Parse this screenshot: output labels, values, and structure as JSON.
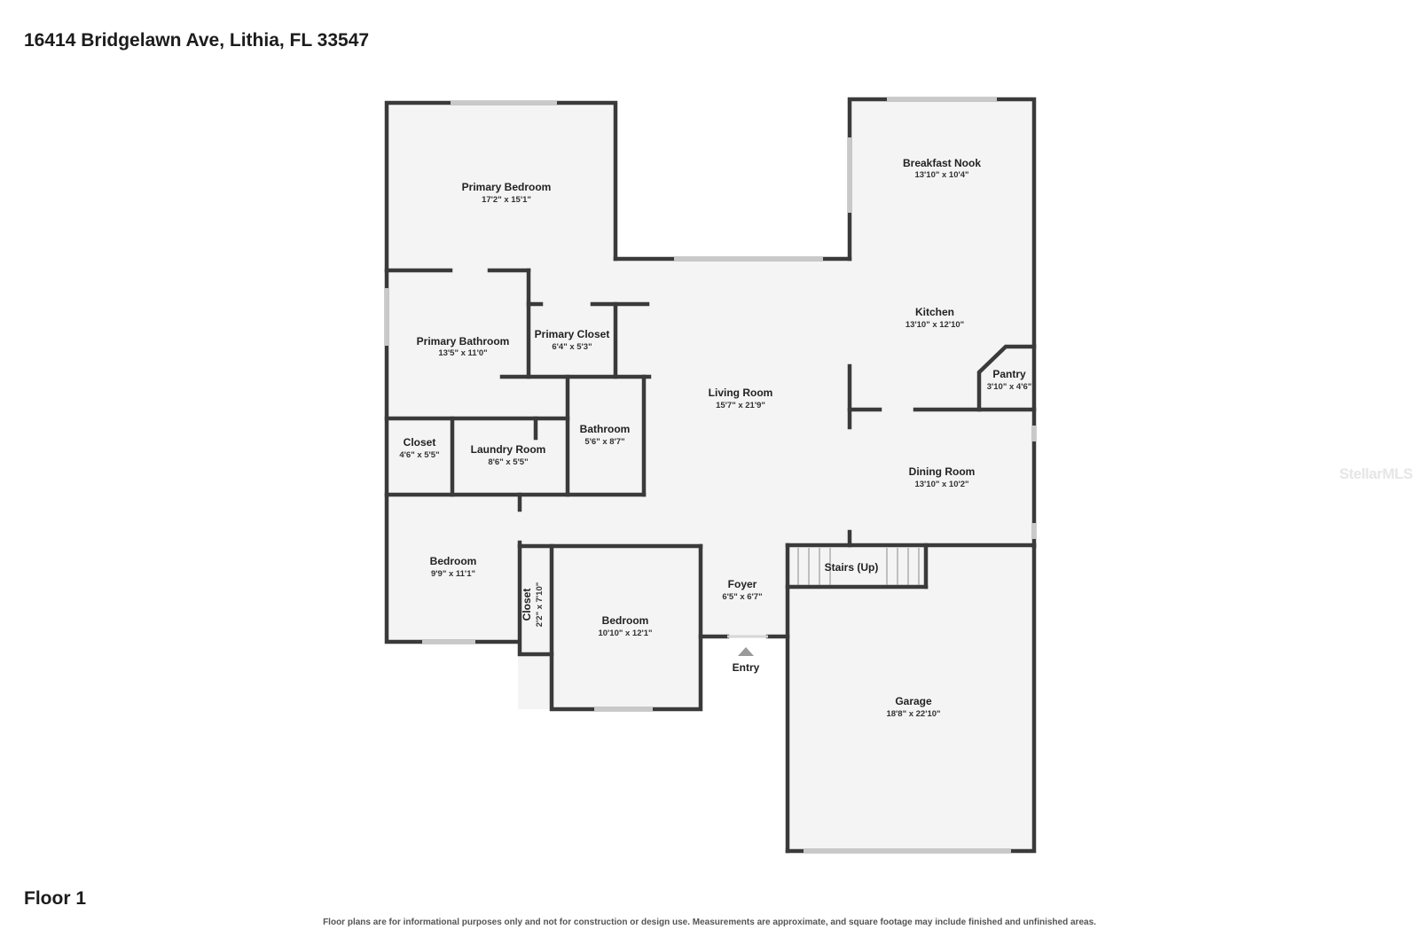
{
  "header": {
    "address": "16414 Bridgelawn Ave, Lithia, FL 33547"
  },
  "footer": {
    "floor": "Floor 1",
    "disclaimer": "Floor plans are for informational purposes only and not for construction or design use. Measurements are approximate, and square footage may include finished and unfinished areas."
  },
  "watermark": "StellarMLS",
  "rooms": {
    "primary_bedroom": {
      "name": "Primary Bedroom",
      "dim": "17'2\" x 15'1\""
    },
    "primary_bathroom": {
      "name": "Primary Bathroom",
      "dim": "13'5\" x 11'0\""
    },
    "primary_closet": {
      "name": "Primary Closet",
      "dim": "6'4\" x 5'3\""
    },
    "closet_1": {
      "name": "Closet",
      "dim": "4'6\" x 5'5\""
    },
    "laundry": {
      "name": "Laundry Room",
      "dim": "8'6\" x 5'5\""
    },
    "bathroom": {
      "name": "Bathroom",
      "dim": "5'6\" x 8'7\""
    },
    "living": {
      "name": "Living Room",
      "dim": "15'7\" x 21'9\""
    },
    "breakfast": {
      "name": "Breakfast Nook",
      "dim": "13'10\" x 10'4\""
    },
    "kitchen": {
      "name": "Kitchen",
      "dim": "13'10\" x 12'10\""
    },
    "pantry": {
      "name": "Pantry",
      "dim": "3'10\" x 4'6\""
    },
    "dining": {
      "name": "Dining Room",
      "dim": "13'10\" x 10'2\""
    },
    "bedroom_1": {
      "name": "Bedroom",
      "dim": "9'9\" x 11'1\""
    },
    "closet_2": {
      "name": "Closet",
      "dim": "2'2\" x 7'10\""
    },
    "bedroom_2": {
      "name": "Bedroom",
      "dim": "10'10\" x 12'1\""
    },
    "foyer": {
      "name": "Foyer",
      "dim": "6'5\" x 6'7\""
    },
    "stairs": {
      "name": "Stairs (Up)"
    },
    "garage": {
      "name": "Garage",
      "dim": "18'8\" x 22'10\""
    }
  },
  "entry": {
    "label": "Entry"
  }
}
